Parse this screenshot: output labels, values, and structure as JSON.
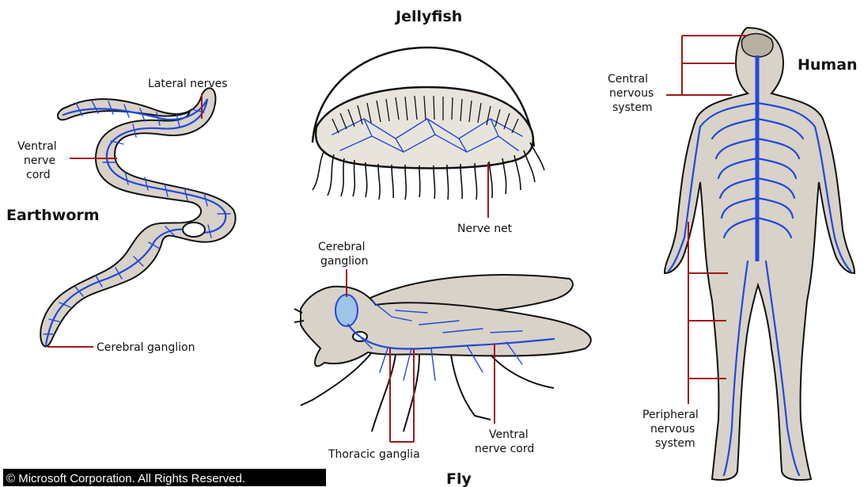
{
  "organisms": {
    "jellyfish": {
      "title": "Jellyfish",
      "nerve_net": "Nerve net"
    },
    "earthworm": {
      "title": "Earthworm",
      "lateral_nerves": "Lateral nerves",
      "ventral_nerve_cord": [
        "Ventral",
        "nerve",
        "cord"
      ],
      "cerebral_ganglion": "Cerebral ganglion"
    },
    "fly": {
      "title": "Fly",
      "cerebral_ganglion": [
        "Cerebral",
        "ganglion"
      ],
      "thoracic_ganglia": "Thoracic ganglia",
      "ventral_nerve_cord": [
        "Ventral",
        "nerve cord"
      ]
    },
    "human": {
      "title": "Human",
      "central_nervous_system": [
        "Central",
        "nervous",
        "system"
      ],
      "peripheral_nervous_system": [
        "Peripheral",
        "nervous",
        "system"
      ]
    }
  },
  "copyright": "© Microsoft Corporation. All Rights Reserved.",
  "colors": {
    "nerve": "#2448d8",
    "leader": "#a01818",
    "body": "#d8d2c8",
    "ganglion": "#9fc4ea"
  }
}
